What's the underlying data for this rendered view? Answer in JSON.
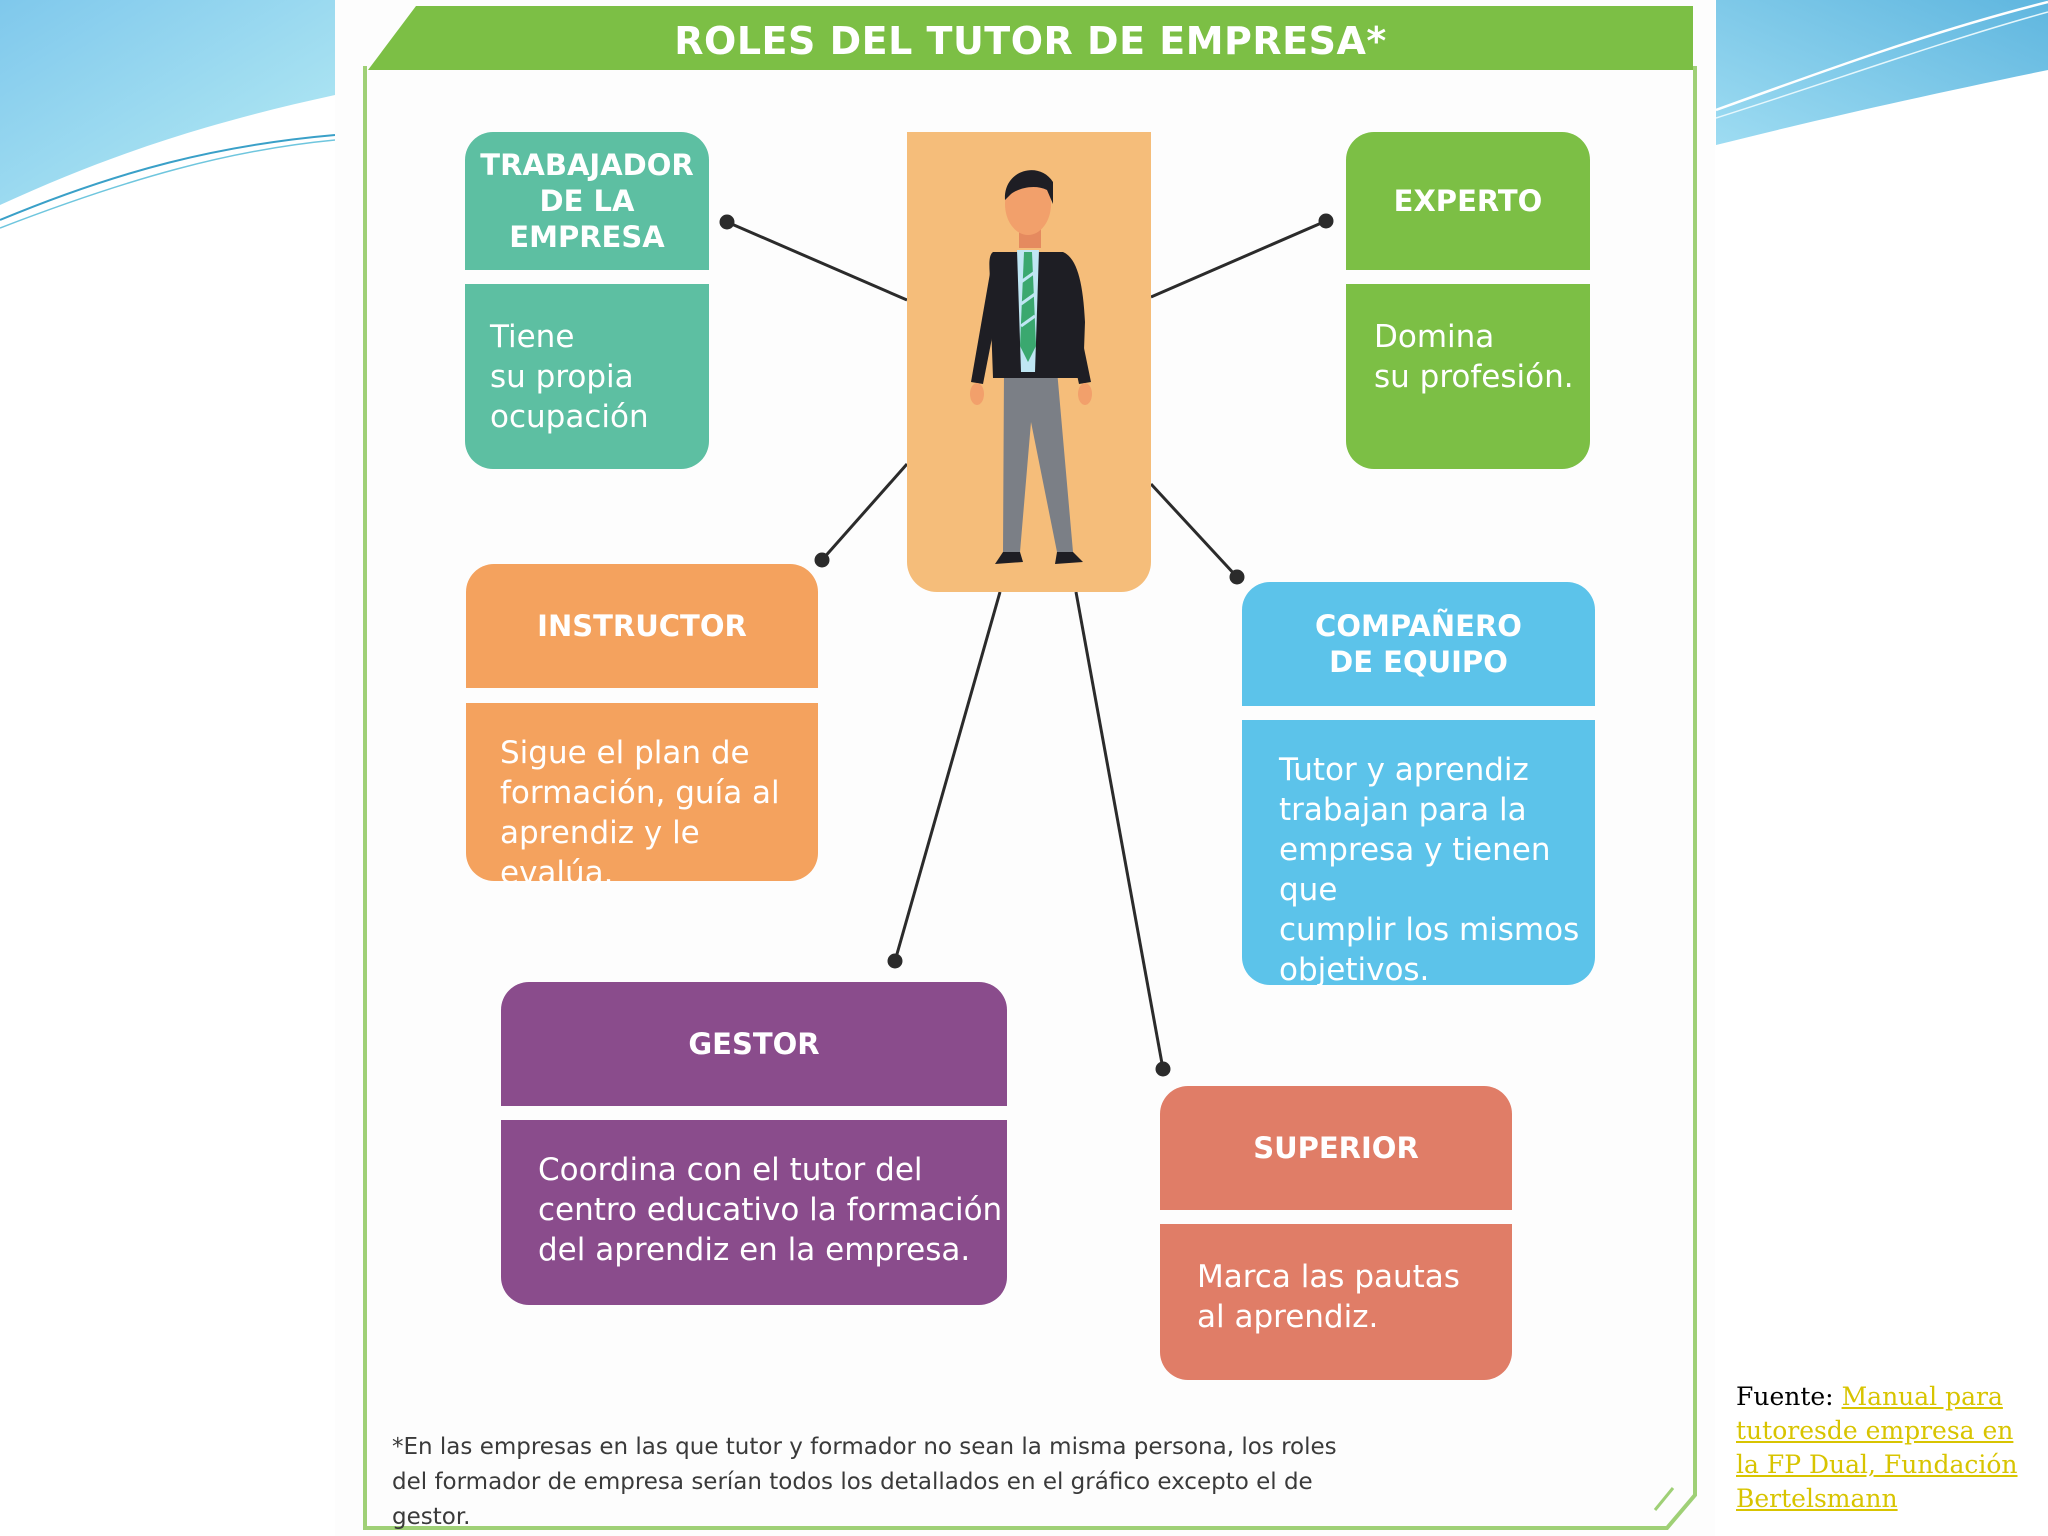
{
  "infographic": {
    "title": "ROLES DEL TUTOR DE EMPRESA*",
    "footnote": "*En las empresas en las que tutor y formador no sean la misma persona, los roles\ndel formador de empresa serían todos los detallados en el gráfico excepto el de gestor."
  },
  "roles": {
    "trabajador": {
      "title": "TRABAJADOR\nDE LA\nEMPRESA",
      "desc": "Tiene\nsu propia\nocupación"
    },
    "experto": {
      "title": "EXPERTO",
      "desc": "Domina\nsu profesión."
    },
    "instructor": {
      "title": "INSTRUCTOR",
      "desc": "Sigue el plan de\nformación, guía al\naprendiz y le evalúa."
    },
    "companero": {
      "title": "COMPAÑERO\nDE EQUIPO",
      "desc": "Tutor y aprendiz\ntrabajan para la\nempresa y tienen que\ncumplir los mismos\nobjetivos."
    },
    "gestor": {
      "title": "GESTOR",
      "desc": "Coordina con el tutor del\ncentro educativo la formación\ndel aprendiz en la empresa."
    },
    "superior": {
      "title": "SUPERIOR",
      "desc": "Marca las pautas\nal aprendiz."
    }
  },
  "source": {
    "label": "Fuente: ",
    "link_text": "Manual para tutoresde empresa en la FP Dual, Fundación Bertelsmann"
  },
  "colors": {
    "title_green": "#7cbf45",
    "teal": "#5dbfa2",
    "green": "#7cbf45",
    "orange": "#f4a25e",
    "blue": "#5cc3ea",
    "purple": "#8a4c8c",
    "salmon": "#e07d67",
    "person_panel": "#f5bd7a"
  }
}
